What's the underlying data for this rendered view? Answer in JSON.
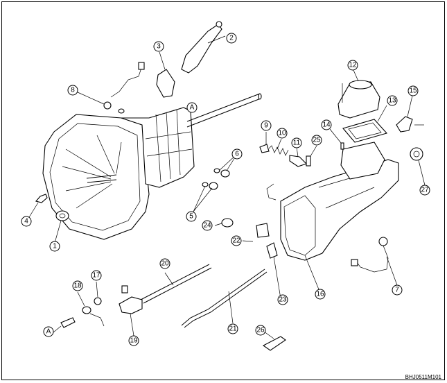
{
  "diagram": {
    "image_code": "BHJ0511M101",
    "callouts": [
      "1",
      "2",
      "3",
      "4",
      "5",
      "6",
      "7",
      "8",
      "9",
      "10",
      "11",
      "12",
      "13",
      "14",
      "15",
      "16",
      "17",
      "18",
      "19",
      "20",
      "21",
      "22",
      "23",
      "24",
      "25",
      "26",
      "27",
      "A",
      "A"
    ],
    "line_color": "#000000",
    "background": "#ffffff"
  }
}
